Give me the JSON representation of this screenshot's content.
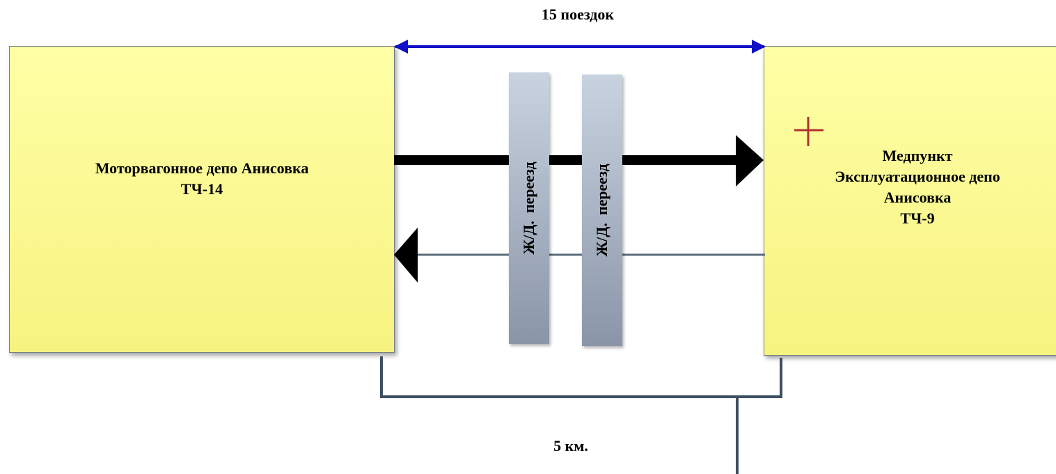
{
  "colors": {
    "box_fill_top": "#ffffa6",
    "box_fill_bottom": "#f6f380",
    "crossing_top": "#c9d3e0",
    "crossing_bottom": "#8a95a8",
    "span_arrow": "#1010c8",
    "connector": "#3e4f60",
    "cross_mark": "#b03030"
  },
  "labels": {
    "trips": "15 поездок",
    "distance": "5 км."
  },
  "left_box": {
    "line1": "Моторвагонное депо Анисовка",
    "line2": "ТЧ-14"
  },
  "right_box": {
    "line1": "Медпункт",
    "line2": "Эксплуатационное депо",
    "line3": "Анисовка",
    "line4": "ТЧ-9",
    "icon": "medical-cross-icon"
  },
  "crossings": [
    {
      "label": "Ж/Д.  переезд"
    },
    {
      "label": "Ж/Д.  переезд"
    }
  ]
}
